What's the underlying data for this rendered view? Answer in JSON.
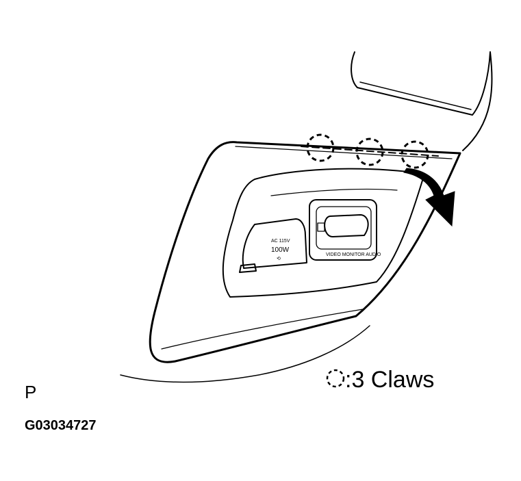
{
  "diagram": {
    "outlet_label_line1": "AC 115V",
    "outlet_label_line2": "100W",
    "jack_label": "VIDEO MONITOR AUDIO",
    "legend_text": ":3 Claws",
    "view_letter": "P",
    "figure_code": "G03034727",
    "claw_count": 3
  }
}
